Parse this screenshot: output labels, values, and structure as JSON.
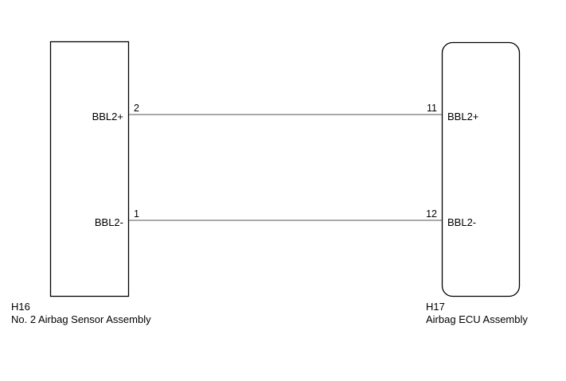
{
  "left_component": {
    "code": "H16",
    "name": "No. 2 Airbag Sensor Assembly",
    "pins": [
      {
        "signal": "BBL2+",
        "pin": "2"
      },
      {
        "signal": "BBL2-",
        "pin": "1"
      }
    ]
  },
  "right_component": {
    "code": "H17",
    "name": "Airbag ECU Assembly",
    "pins": [
      {
        "signal": "BBL2+",
        "pin": "11"
      },
      {
        "signal": "BBL2-",
        "pin": "12"
      }
    ]
  },
  "colors": {
    "outline": "#000000",
    "wire": "#555555"
  }
}
